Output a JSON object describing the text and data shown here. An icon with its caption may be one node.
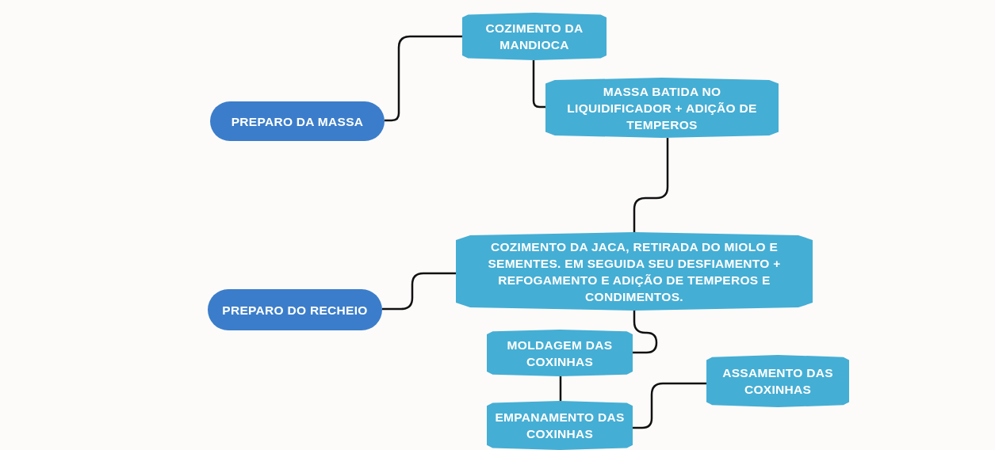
{
  "diagram": {
    "nodes": [
      {
        "text": [
          "PREPARO DA MASSA"
        ]
      },
      {
        "text": [
          "COZIMENTO DA MANDIOCA"
        ]
      },
      {
        "text": [
          "MASSA BATIDA NO LIQUIDIFICADOR + ADIÇÃO DE TEMPEROS"
        ]
      },
      {
        "text": [
          "COZIMENTO DA JACA, RETIRADA DO MIOLO E SEMENTES. EM SEGUIDA SEU DESFIAMENTO + REFOGAMENTO E ADIÇÃO DE TEMPEROS E CONDIMENTOS."
        ]
      },
      {
        "text": [
          "PREPARO DO RECHEIO"
        ]
      },
      {
        "text": [
          "MOLDAGEM DAS COXINHAS"
        ]
      },
      {
        "text": [
          "EMPANAMENTO DAS COXINHAS"
        ]
      },
      {
        "text": [
          "ASSAMENTO DAS COXINHAS"
        ]
      }
    ],
    "edges": [
      {
        "from": 0,
        "to": 1,
        "arrow": "none"
      },
      {
        "from": 1,
        "to": 2,
        "arrow": "none"
      },
      {
        "from": 2,
        "to": 3,
        "arrow": "none"
      },
      {
        "from": 4,
        "to": 3,
        "arrow": "none"
      },
      {
        "from": 3,
        "to": 5,
        "arrow": "none"
      },
      {
        "from": 5,
        "to": 6,
        "arrow": "none"
      },
      {
        "from": 6,
        "to": 7,
        "arrow": "none"
      }
    ]
  }
}
